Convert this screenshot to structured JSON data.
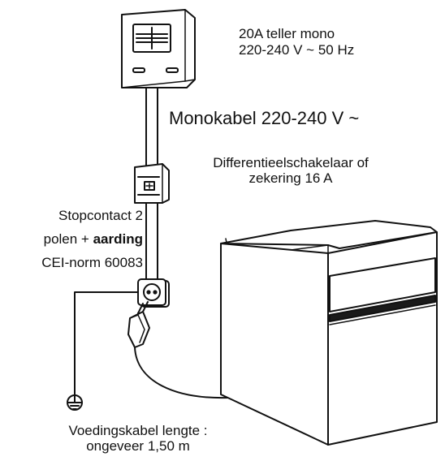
{
  "meter": {
    "line1": "20A teller mono",
    "line2": "220-240 V ~ 50 Hz"
  },
  "cable": {
    "label": "Monokabel 220-240 V ~"
  },
  "breaker": {
    "line1": "Differentieelschakelaar of",
    "line2": "zekering 16 A"
  },
  "socket": {
    "line1": "Stopcontact 2",
    "line2_prefix": "polen + ",
    "line2_bold": "aarding",
    "line3": "CEI-norm 60083"
  },
  "supply_cable": {
    "line1": "Voedingskabel lengte :",
    "line2": "ongeveer 1,50 m"
  },
  "colors": {
    "stroke": "#111111",
    "background": "#ffffff",
    "oven_panel": "#ffffff",
    "oven_band": "#1a1a1a"
  },
  "icons": [
    "electric-meter-icon",
    "circuit-breaker-icon",
    "wall-socket-icon",
    "plug-icon",
    "ground-symbol-icon",
    "built-in-oven-icon"
  ]
}
